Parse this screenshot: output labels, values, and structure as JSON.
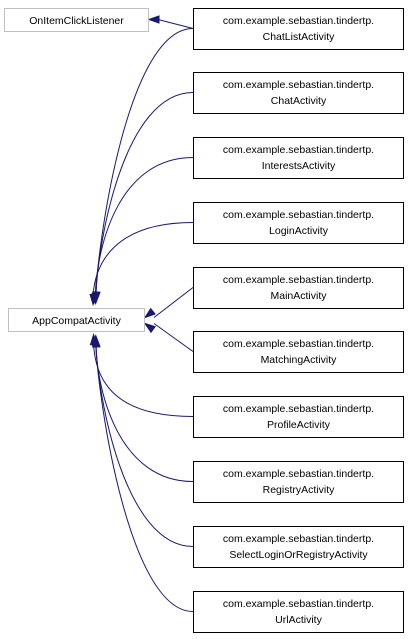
{
  "diagram": {
    "base_nodes": [
      {
        "id": "listener",
        "label": "OnItemClickListener"
      },
      {
        "id": "appcompat",
        "label": "AppCompatActivity"
      }
    ],
    "class_prefix": "com.example.sebastian.tindertp.",
    "classes": [
      {
        "id": "chatlist",
        "name": "ChatListActivity",
        "inherits": [
          "listener",
          "appcompat"
        ]
      },
      {
        "id": "chat",
        "name": "ChatActivity",
        "inherits": [
          "appcompat"
        ]
      },
      {
        "id": "interests",
        "name": "InterestsActivity",
        "inherits": [
          "appcompat"
        ]
      },
      {
        "id": "login",
        "name": "LoginActivity",
        "inherits": [
          "appcompat"
        ]
      },
      {
        "id": "main",
        "name": "MainActivity",
        "inherits": [
          "appcompat"
        ]
      },
      {
        "id": "matching",
        "name": "MatchingActivity",
        "inherits": [
          "appcompat"
        ]
      },
      {
        "id": "profile",
        "name": "ProfileActivity",
        "inherits": [
          "appcompat"
        ]
      },
      {
        "id": "registry",
        "name": "RegistryActivity",
        "inherits": [
          "appcompat"
        ]
      },
      {
        "id": "selectlogin",
        "name": "SelectLoginOrRegistryActivity",
        "inherits": [
          "appcompat"
        ]
      },
      {
        "id": "url",
        "name": "UrlActivity",
        "inherits": [
          "appcompat"
        ]
      }
    ],
    "colors": {
      "edge": "#191970",
      "node_border": "#000000",
      "base_border": "#bfbfbf"
    }
  }
}
